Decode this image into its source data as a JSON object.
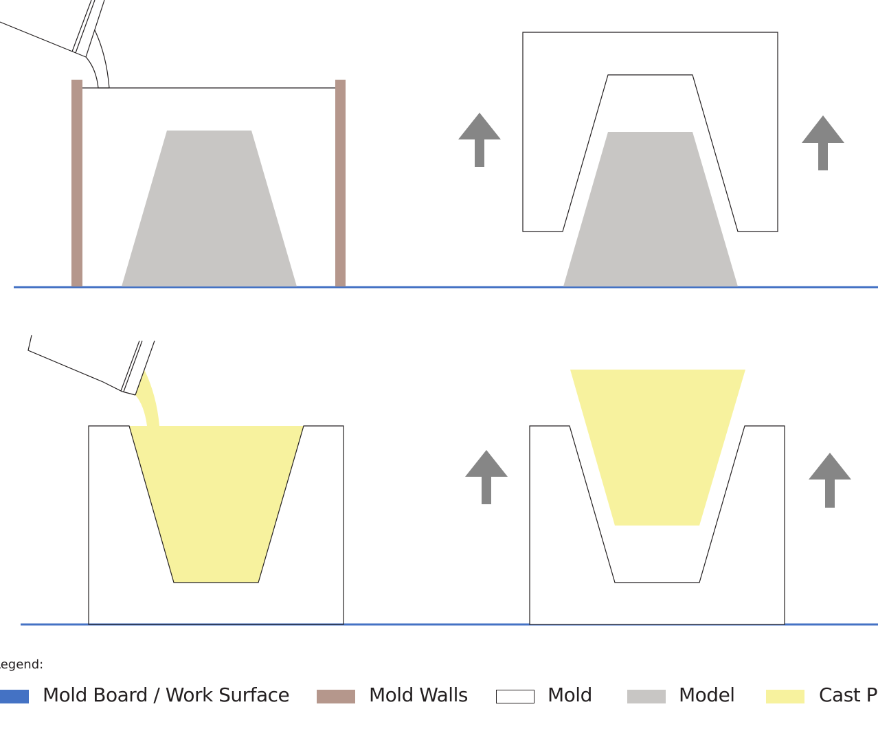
{
  "colors": {
    "mold_board": "#4472c4",
    "mold_walls": "#b5978c",
    "mold": "#ffffff",
    "model": "#c8c6c4",
    "cast_piece": "#f7f29e",
    "arrow": "#868686",
    "outline": "#231f20"
  },
  "panels": [
    {
      "step": 1,
      "elements": [
        "mold-board",
        "mold-walls",
        "model",
        "pouring-vessel"
      ]
    },
    {
      "step": 2,
      "elements": [
        "mold",
        "model",
        "up-arrow",
        "up-arrow"
      ]
    },
    {
      "step": 3,
      "elements": [
        "mold-board",
        "mold",
        "cast-piece",
        "pouring-vessel"
      ]
    },
    {
      "step": 4,
      "elements": [
        "mold",
        "cast-piece",
        "up-arrow",
        "up-arrow"
      ]
    }
  ],
  "legend": {
    "title": "Legend:",
    "items": [
      {
        "label": "Mold  Board / Work Surface",
        "color": "#4472c4"
      },
      {
        "label": "Mold Walls",
        "color": "#b5978c"
      },
      {
        "label": "Mold",
        "color": "#ffffff"
      },
      {
        "label": "Model",
        "color": "#c8c6c4"
      },
      {
        "label": "Cast Piece",
        "color": "#f7f29e"
      }
    ]
  }
}
